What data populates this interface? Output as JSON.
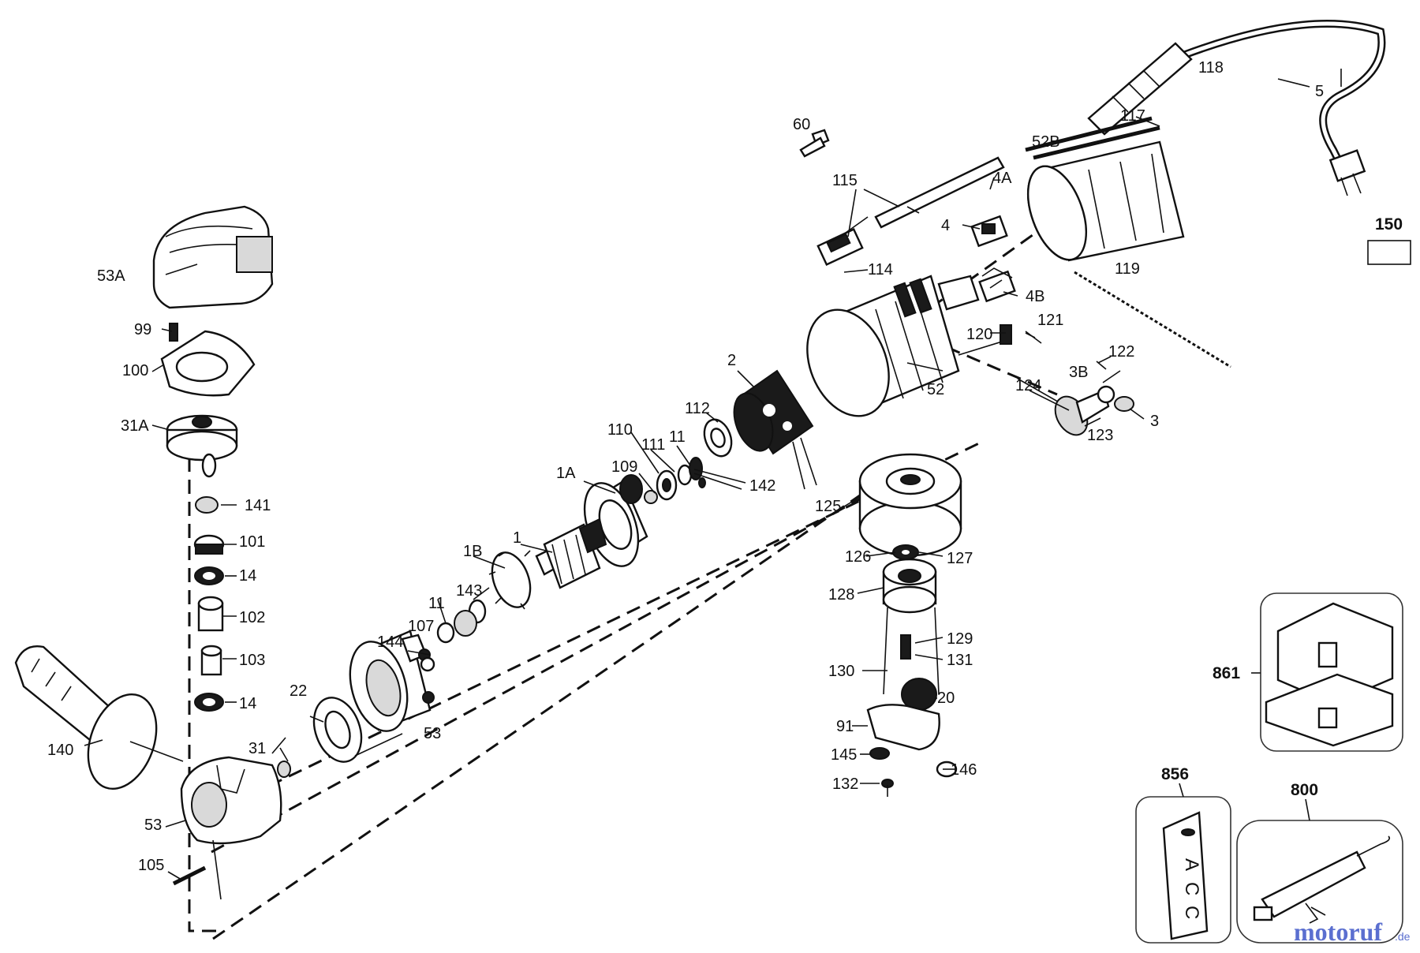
{
  "labels": {
    "p60": "60",
    "p115": "115",
    "p4A": "4A",
    "p4": "4",
    "p52B": "52B",
    "p117": "117",
    "p118": "118",
    "p5": "5",
    "p150": "150",
    "p114": "114",
    "p4B": "4B",
    "p119": "119",
    "p120": "120",
    "p121": "121",
    "p122": "122",
    "p3B": "3B",
    "p124": "124",
    "p3": "3",
    "p123": "123",
    "p52": "52",
    "p2": "2",
    "p112": "112",
    "p110": "110",
    "p111": "111",
    "p11a": "11",
    "p142": "142",
    "p1A": "1A",
    "p109": "109",
    "p1B": "1B",
    "p1": "1",
    "p143": "143",
    "p11b": "11",
    "p107": "107",
    "p144": "144",
    "p22": "22",
    "p53a": "53",
    "p53A": "53A",
    "p99": "99",
    "p100": "100",
    "p31A": "31A",
    "p141": "141",
    "p101": "101",
    "p14a": "14",
    "p102": "102",
    "p103": "103",
    "p14b": "14",
    "p140": "140",
    "p31": "31",
    "p53b": "53",
    "p105": "105",
    "p125": "125",
    "p126": "126",
    "p127": "127",
    "p128": "128",
    "p129": "129",
    "p131": "131",
    "p130": "130",
    "p20": "20",
    "p91": "91",
    "p145": "145",
    "p146": "146",
    "p132": "132",
    "p861": "861",
    "p856": "856",
    "p800": "800"
  },
  "acc_card": {
    "letters": [
      "A",
      "C",
      "C"
    ]
  },
  "watermark": {
    "brand": "motoruf",
    "suffix": ".de"
  }
}
